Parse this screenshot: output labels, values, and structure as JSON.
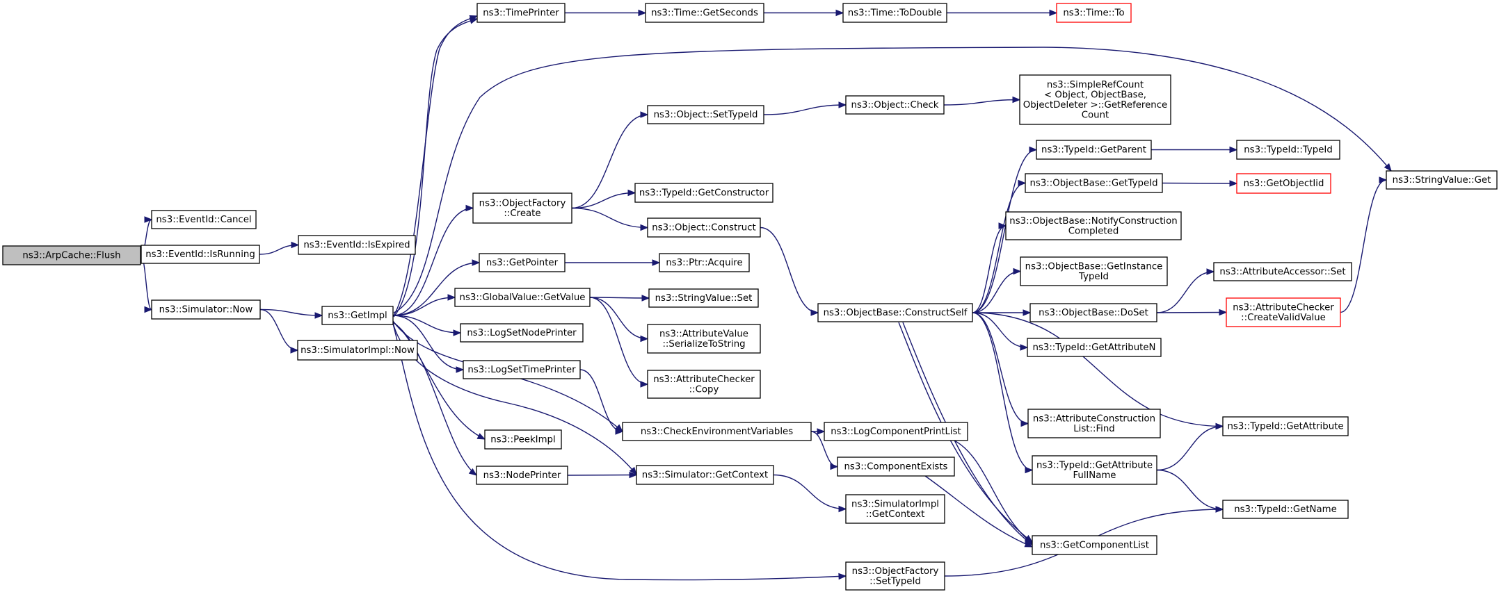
{
  "colors": {
    "edge": "#191970",
    "truncated_border": "#ff0000",
    "root_fill": "#bfbfbf",
    "node_fill": "#ffffff"
  },
  "nodes": [
    {
      "id": "flush",
      "lines": [
        "ns3::ArpCache::Flush"
      ],
      "root": true
    },
    {
      "id": "cancel",
      "lines": [
        "ns3::EventId::Cancel"
      ]
    },
    {
      "id": "isrunning",
      "lines": [
        "ns3::EventId::IsRunning"
      ]
    },
    {
      "id": "isexpired",
      "lines": [
        "ns3::EventId::IsExpired"
      ]
    },
    {
      "id": "simnow",
      "lines": [
        "ns3::Simulator::Now"
      ]
    },
    {
      "id": "getimpl",
      "lines": [
        "ns3::GetImpl"
      ]
    },
    {
      "id": "simimplnow",
      "lines": [
        "ns3::SimulatorImpl::Now"
      ]
    },
    {
      "id": "timeprinter",
      "lines": [
        "ns3::TimePrinter"
      ]
    },
    {
      "id": "getseconds",
      "lines": [
        "ns3::Time::GetSeconds"
      ]
    },
    {
      "id": "todouble",
      "lines": [
        "ns3::Time::ToDouble"
      ]
    },
    {
      "id": "timeto",
      "lines": [
        "ns3::Time::To"
      ],
      "truncated": true
    },
    {
      "id": "stringvalueget",
      "lines": [
        "ns3::StringValue::Get"
      ]
    },
    {
      "id": "settypeid",
      "lines": [
        "ns3::Object::SetTypeId"
      ]
    },
    {
      "id": "objcheck",
      "lines": [
        "ns3::Object::Check"
      ]
    },
    {
      "id": "simplerefcount",
      "lines": [
        "ns3::SimpleRefCount",
        "< Object, ObjectBase,",
        "ObjectDeleter >::GetReference",
        "Count"
      ]
    },
    {
      "id": "ofcreate",
      "lines": [
        "ns3::ObjectFactory",
        "::Create"
      ]
    },
    {
      "id": "getconstructor",
      "lines": [
        "ns3::TypeId::GetConstructor"
      ]
    },
    {
      "id": "objconstruct",
      "lines": [
        "ns3::Object::Construct"
      ]
    },
    {
      "id": "getparent",
      "lines": [
        "ns3::TypeId::GetParent"
      ]
    },
    {
      "id": "typeidtypeid",
      "lines": [
        "ns3::TypeId::TypeId"
      ]
    },
    {
      "id": "obgettypeid",
      "lines": [
        "ns3::ObjectBase::GetTypeId"
      ]
    },
    {
      "id": "getobjectiid",
      "lines": [
        "ns3::GetObjectIid"
      ],
      "truncated": true
    },
    {
      "id": "notifyconstruction",
      "lines": [
        "ns3::ObjectBase::NotifyConstruction",
        "Completed"
      ]
    },
    {
      "id": "getpointer",
      "lines": [
        "ns3::GetPointer"
      ]
    },
    {
      "id": "ptracquire",
      "lines": [
        "ns3::Ptr::Acquire"
      ]
    },
    {
      "id": "getinstancetypeid",
      "lines": [
        "ns3::ObjectBase::GetInstance",
        "TypeId"
      ]
    },
    {
      "id": "accessorset",
      "lines": [
        "ns3::AttributeAccessor::Set"
      ]
    },
    {
      "id": "gvgetvalue",
      "lines": [
        "ns3::GlobalValue::GetValue"
      ]
    },
    {
      "id": "stringvalueset",
      "lines": [
        "ns3::StringValue::Set"
      ]
    },
    {
      "id": "constructself",
      "lines": [
        "ns3::ObjectBase::ConstructSelf"
      ]
    },
    {
      "id": "doset",
      "lines": [
        "ns3::ObjectBase::DoSet"
      ]
    },
    {
      "id": "createvalidvalue",
      "lines": [
        "ns3::AttributeChecker",
        "::CreateValidValue"
      ],
      "truncated": true
    },
    {
      "id": "lognodeprinter",
      "lines": [
        "ns3::LogSetNodePrinter"
      ]
    },
    {
      "id": "serializetostring",
      "lines": [
        "ns3::AttributeValue",
        "::SerializeToString"
      ]
    },
    {
      "id": "getattributen",
      "lines": [
        "ns3::TypeId::GetAttributeN"
      ]
    },
    {
      "id": "logtimeprinter",
      "lines": [
        "ns3::LogSetTimePrinter"
      ]
    },
    {
      "id": "checkercopy",
      "lines": [
        "ns3::AttributeChecker",
        "::Copy"
      ]
    },
    {
      "id": "attrconstrfind",
      "lines": [
        "ns3::AttributeConstruction",
        "List::Find"
      ]
    },
    {
      "id": "checkenv",
      "lines": [
        "ns3::CheckEnvironmentVariables"
      ]
    },
    {
      "id": "logcomponentprintlist",
      "lines": [
        "ns3::LogComponentPrintList"
      ]
    },
    {
      "id": "getattribute",
      "lines": [
        "ns3::TypeId::GetAttribute"
      ]
    },
    {
      "id": "peekimpl",
      "lines": [
        "ns3::PeekImpl"
      ]
    },
    {
      "id": "componentexists",
      "lines": [
        "ns3::ComponentExists"
      ]
    },
    {
      "id": "getattributefullname",
      "lines": [
        "ns3::TypeId::GetAttribute",
        "FullName"
      ]
    },
    {
      "id": "nodeprinter",
      "lines": [
        "ns3::NodePrinter"
      ]
    },
    {
      "id": "simgetcontext",
      "lines": [
        "ns3::Simulator::GetContext"
      ]
    },
    {
      "id": "simimplgetcontext",
      "lines": [
        "ns3::SimulatorImpl",
        "::GetContext"
      ]
    },
    {
      "id": "typeidgetname",
      "lines": [
        "ns3::TypeId::GetName"
      ]
    },
    {
      "id": "getcomponentlist",
      "lines": [
        "ns3::GetComponentList"
      ]
    },
    {
      "id": "ofsettypeid",
      "lines": [
        "ns3::ObjectFactory",
        "::SetTypeId"
      ]
    }
  ],
  "edges": [
    [
      "flush",
      "cancel"
    ],
    [
      "flush",
      "isrunning"
    ],
    [
      "flush",
      "simnow"
    ],
    [
      "isrunning",
      "isexpired"
    ],
    [
      "simnow",
      "getimpl"
    ],
    [
      "simnow",
      "simimplnow"
    ],
    [
      "getimpl",
      "timeprinter"
    ],
    [
      "getimpl",
      "timeprinter"
    ],
    [
      "getimpl",
      "simnow"
    ],
    [
      "getimpl",
      "ofcreate"
    ],
    [
      "getimpl",
      "getpointer"
    ],
    [
      "getimpl",
      "gvgetvalue"
    ],
    [
      "getimpl",
      "lognodeprinter"
    ],
    [
      "getimpl",
      "logtimeprinter"
    ],
    [
      "getimpl",
      "checkenv"
    ],
    [
      "getimpl",
      "peekimpl"
    ],
    [
      "getimpl",
      "nodeprinter"
    ],
    [
      "getimpl",
      "ofsettypeid"
    ],
    [
      "getimpl",
      "simgetcontext"
    ],
    [
      "timeprinter",
      "getseconds"
    ],
    [
      "getseconds",
      "todouble"
    ],
    [
      "todouble",
      "timeto"
    ],
    [
      "ofcreate",
      "settypeid"
    ],
    [
      "ofcreate",
      "getconstructor"
    ],
    [
      "ofcreate",
      "objconstruct"
    ],
    [
      "settypeid",
      "objcheck"
    ],
    [
      "objcheck",
      "simplerefcount"
    ],
    [
      "objconstruct",
      "constructself"
    ],
    [
      "getpointer",
      "ptracquire"
    ],
    [
      "gvgetvalue",
      "stringvalueset"
    ],
    [
      "gvgetvalue",
      "serializetostring"
    ],
    [
      "gvgetvalue",
      "checkercopy"
    ],
    [
      "logtimeprinter",
      "checkenv"
    ],
    [
      "checkenv",
      "logcomponentprintlist"
    ],
    [
      "checkenv",
      "componentexists"
    ],
    [
      "logcomponentprintlist",
      "getcomponentlist"
    ],
    [
      "componentexists",
      "getcomponentlist"
    ],
    [
      "nodeprinter",
      "simgetcontext"
    ],
    [
      "simgetcontext",
      "simimplgetcontext"
    ],
    [
      "constructself",
      "getparent"
    ],
    [
      "constructself",
      "obgettypeid"
    ],
    [
      "constructself",
      "notifyconstruction"
    ],
    [
      "constructself",
      "getinstancetypeid"
    ],
    [
      "constructself",
      "doset"
    ],
    [
      "constructself",
      "getattributen"
    ],
    [
      "constructself",
      "attrconstrfind"
    ],
    [
      "constructself",
      "getattribute"
    ],
    [
      "constructself",
      "getattributefullname"
    ],
    [
      "constructself",
      "getcomponentlist"
    ],
    [
      "constructself",
      "getcomponentlist"
    ],
    [
      "getparent",
      "typeidtypeid"
    ],
    [
      "obgettypeid",
      "getobjectiid"
    ],
    [
      "doset",
      "accessorset"
    ],
    [
      "doset",
      "createvalidvalue"
    ],
    [
      "createvalidvalue",
      "stringvalueget"
    ],
    [
      "getattributefullname",
      "getattribute"
    ],
    [
      "getattributefullname",
      "typeidgetname"
    ],
    [
      "ofsettypeid",
      "typeidgetname"
    ]
  ]
}
